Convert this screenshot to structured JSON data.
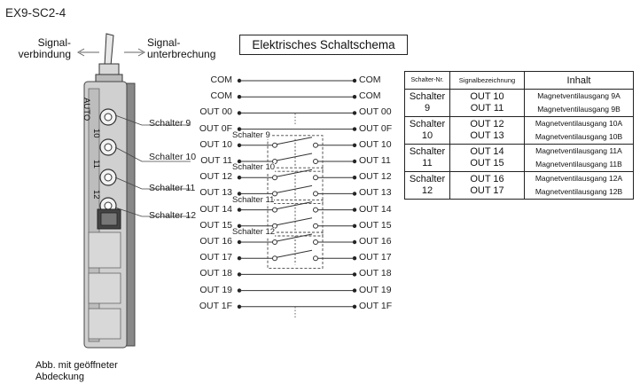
{
  "model": "EX9-SC2-4",
  "signal_left": {
    "line1": "Signal-",
    "line2": "verbindung"
  },
  "signal_right": {
    "line1": "Signal-",
    "line2": "unterbrechung"
  },
  "diagram_title": "Elektrisches Schaltschema",
  "caption": {
    "line1": "Abb. mit geöffneter",
    "line2": "Abdeckung"
  },
  "device_labels": [
    "AUTO",
    "10",
    "11",
    "12"
  ],
  "device_callouts": [
    "Schalter 9",
    "Schalter 10",
    "Schalter 11",
    "Schalter 12"
  ],
  "left_terminals": [
    "COM",
    "COM",
    "OUT 00",
    "OUT 0F",
    "OUT 10",
    "OUT 11",
    "OUT 12",
    "OUT 13",
    "OUT 14",
    "OUT 15",
    "OUT 16",
    "OUT 17",
    "OUT 18",
    "OUT 19",
    "OUT 1F"
  ],
  "right_terminals": [
    "COM",
    "COM",
    "OUT 00",
    "OUT 0F",
    "OUT 10",
    "OUT 11",
    "OUT 12",
    "OUT 13",
    "OUT 14",
    "OUT 15",
    "OUT 16",
    "OUT 17",
    "OUT 18",
    "OUT 19",
    "OUT 1F"
  ],
  "switch_labels": [
    "Schalter 9",
    "Schalter 10",
    "Schalter 11",
    "Schalter 12"
  ],
  "table": {
    "headers": [
      "Schalter-Nr.",
      "Signalbezeichnung",
      "Inhalt"
    ],
    "rows": [
      {
        "no": [
          "Schalter",
          "9"
        ],
        "signals": [
          "OUT 10",
          "OUT 11"
        ],
        "content": [
          "Magnetventilausgang 9A",
          "Magnetventilausgang 9B"
        ]
      },
      {
        "no": [
          "Schalter",
          "10"
        ],
        "signals": [
          "OUT 12",
          "OUT 13"
        ],
        "content": [
          "Magnetventilausgang 10A",
          "Magnetventilausgang 10B"
        ]
      },
      {
        "no": [
          "Schalter",
          "11"
        ],
        "signals": [
          "OUT 14",
          "OUT 15"
        ],
        "content": [
          "Magnetventilausgang 11A",
          "Magnetventilausgang 11B"
        ]
      },
      {
        "no": [
          "Schalter",
          "12"
        ],
        "signals": [
          "OUT 16",
          "OUT 17"
        ],
        "content": [
          "Magnetventilausgang 12A",
          "Magnetventilausgang 12B"
        ]
      }
    ]
  },
  "colors": {
    "line": "#333333",
    "device_body": "#cccccc",
    "device_dark": "#555555",
    "background": "#ffffff"
  }
}
